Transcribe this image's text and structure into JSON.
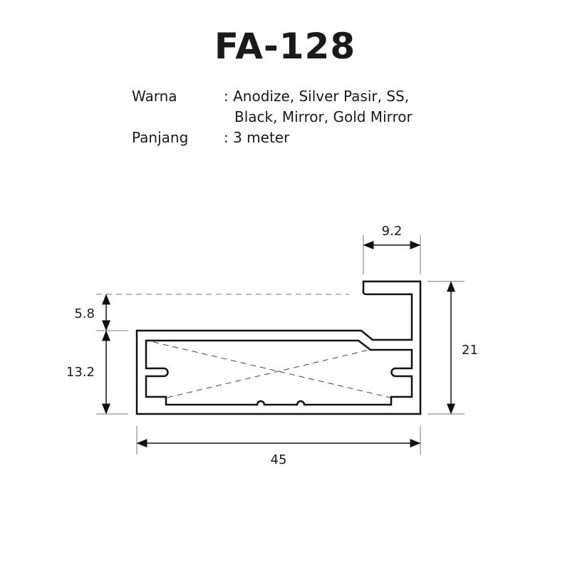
{
  "title": "FA-128",
  "specs": {
    "color_label": "Warna",
    "color_value_1": ": Anodize, Silver Pasir, SS,",
    "color_value_2": "Black, Mirror, Gold Mirror",
    "length_label": "Panjang",
    "length_value": ": 3 meter"
  },
  "dimensions": {
    "lip_width": "9.2",
    "lip_height": "5.8",
    "body_height": "13.2",
    "total_height": "21",
    "total_width": "45"
  }
}
